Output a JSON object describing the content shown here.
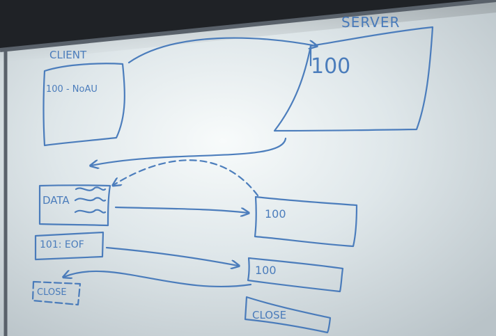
{
  "photo": {
    "subject": "whiteboard-sketch",
    "ink_color": "#3f74b8",
    "board_color": "#e9eef0",
    "frame_color": "#2b3035"
  },
  "whiteboard": {
    "client_label": "CLIENT",
    "server_label": "SERVER",
    "client_box_text": "100 - NoAU",
    "server_box_text": "100",
    "data_box_text": "DATA",
    "eof_box_text": "101: EOF",
    "close_left_text": "CLOSE",
    "response_1_text": "100",
    "response_2_text": "100",
    "close_right_text": "CLOSE"
  }
}
